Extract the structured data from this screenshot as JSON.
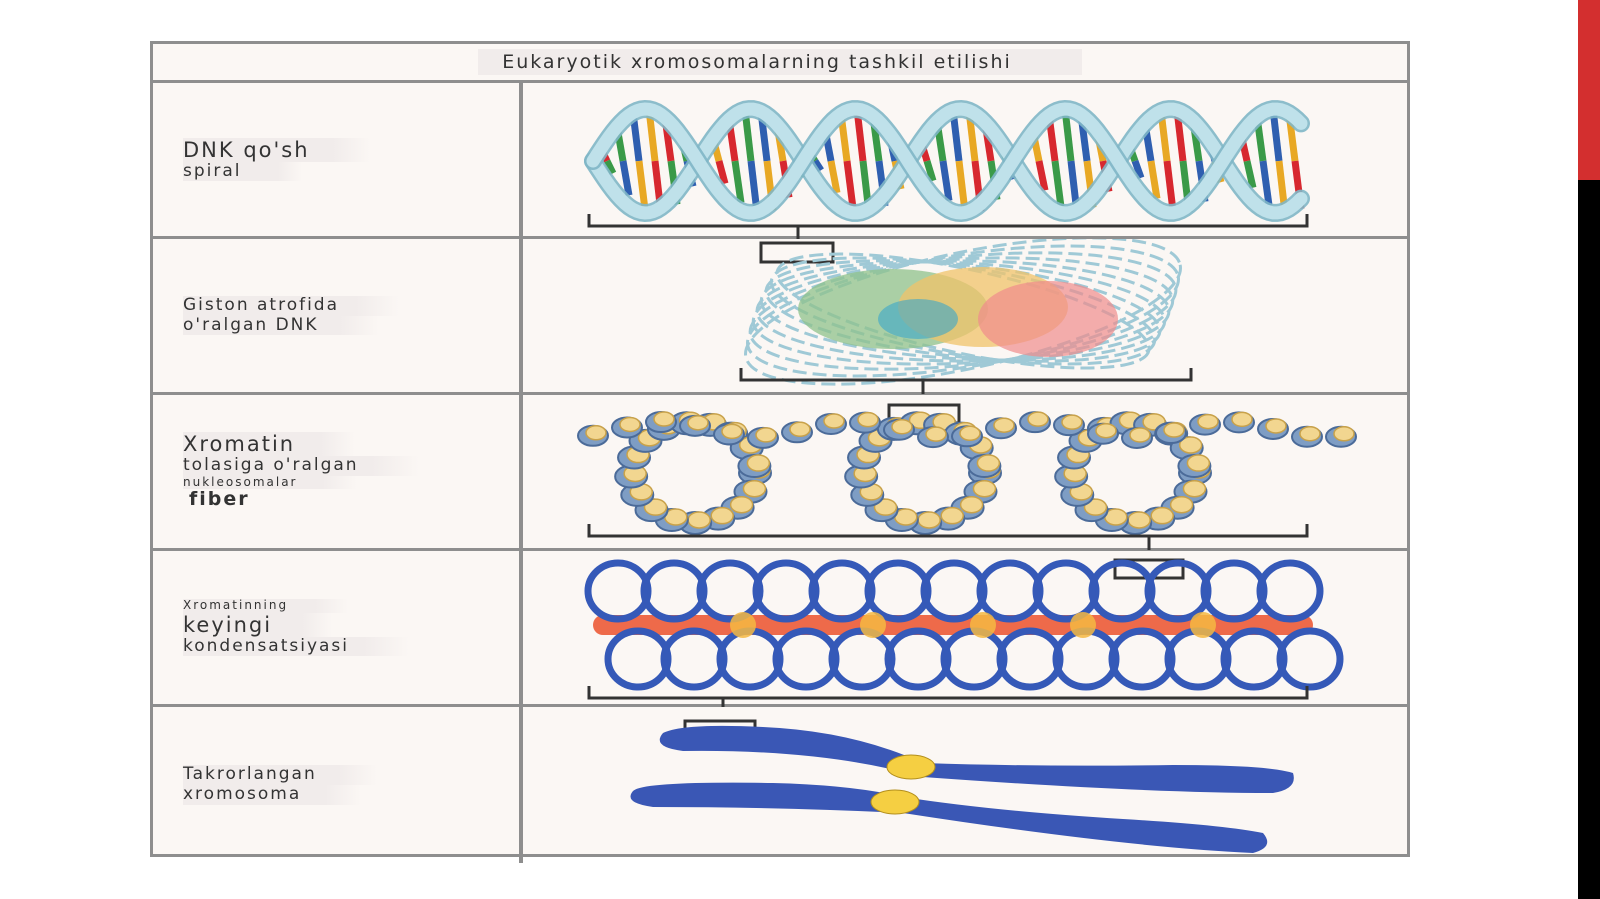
{
  "diagram": {
    "title": "Eukaryotik xromosomalarning tashkil etilishi",
    "stages": [
      {
        "lines": [
          "DNK qo'sh",
          "spiral"
        ]
      },
      {
        "lines": [
          "Giston atrofida",
          "o'ralgan DNK"
        ]
      },
      {
        "lines": [
          "Xromatin",
          "tolasiga o'ralgan",
          "nukleosomalar",
          "fiber"
        ]
      },
      {
        "lines": [
          "Xromatinning",
          "keyingi",
          "kondensatsiyasi"
        ]
      },
      {
        "lines": [
          "Takrorlangan",
          "xromosoma"
        ]
      }
    ]
  },
  "colors": {
    "accent_red": "#d32f2f",
    "accent_black": "#000000",
    "helix_backbone": "#bfe1ea",
    "base_red": "#d7282f",
    "base_green": "#3a9a48",
    "base_blue": "#2f5fb0",
    "base_yellow": "#e8a824",
    "nucleosome_bead": "#f2d690",
    "chromatin_loop": "#3559b8",
    "scaffold": "#ee6a4a",
    "chromosome": "#3a57b5",
    "centromere": "#f5cf42"
  }
}
